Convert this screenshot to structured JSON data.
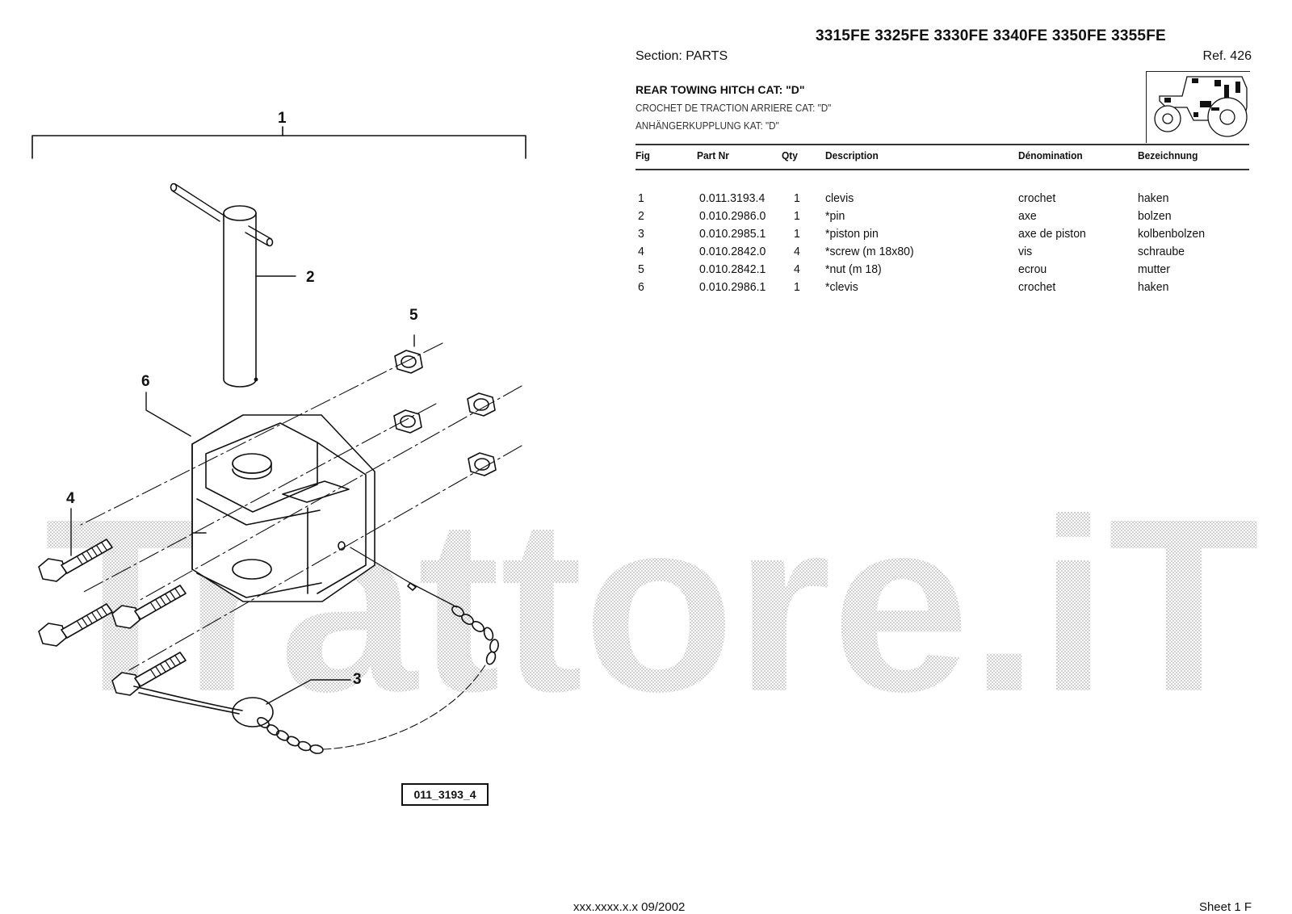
{
  "header": {
    "models": "3315FE 3325FE 3330FE 3340FE 3350FE 3355FE",
    "section": "Section: PARTS",
    "ref": "Ref. 426"
  },
  "title": {
    "en": "REAR TOWING HITCH CAT: \"D\"",
    "fr": "CROCHET DE TRACTION ARRIERE CAT: \"D\"",
    "de": "ANHÄNGERKUPPLUNG KAT: \"D\""
  },
  "thumbnail": {
    "icon": "tractor-icon"
  },
  "table": {
    "columns": [
      "Fig",
      "Part Nr",
      "Qty",
      "Description",
      "Dénomination",
      "Bezeichnung"
    ],
    "rows": [
      [
        "1",
        "0.011.3193.4",
        "1",
        "clevis",
        "crochet",
        "haken"
      ],
      [
        "2",
        "0.010.2986.0",
        "1",
        "*pin",
        "axe",
        "bolzen"
      ],
      [
        "3",
        "0.010.2985.1",
        "1",
        "*piston pin",
        "axe de piston",
        "kolbenbolzen"
      ],
      [
        "4",
        "0.010.2842.0",
        "4",
        "*screw (m 18x80)",
        "vis",
        "schraube"
      ],
      [
        "5",
        "0.010.2842.1",
        "4",
        "*nut (m 18)",
        "ecrou",
        "mutter"
      ],
      [
        "6",
        "0.010.2986.1",
        "1",
        "*clevis",
        "crochet",
        "haken"
      ]
    ]
  },
  "diagram": {
    "callouts": [
      "1",
      "2",
      "3",
      "4",
      "5",
      "6"
    ],
    "code": "011_3193_4"
  },
  "watermark": "Trattore.iT",
  "footer": {
    "code": "xxx.xxxx.x.x  09/2002",
    "sheet": "Sheet 1 F"
  }
}
